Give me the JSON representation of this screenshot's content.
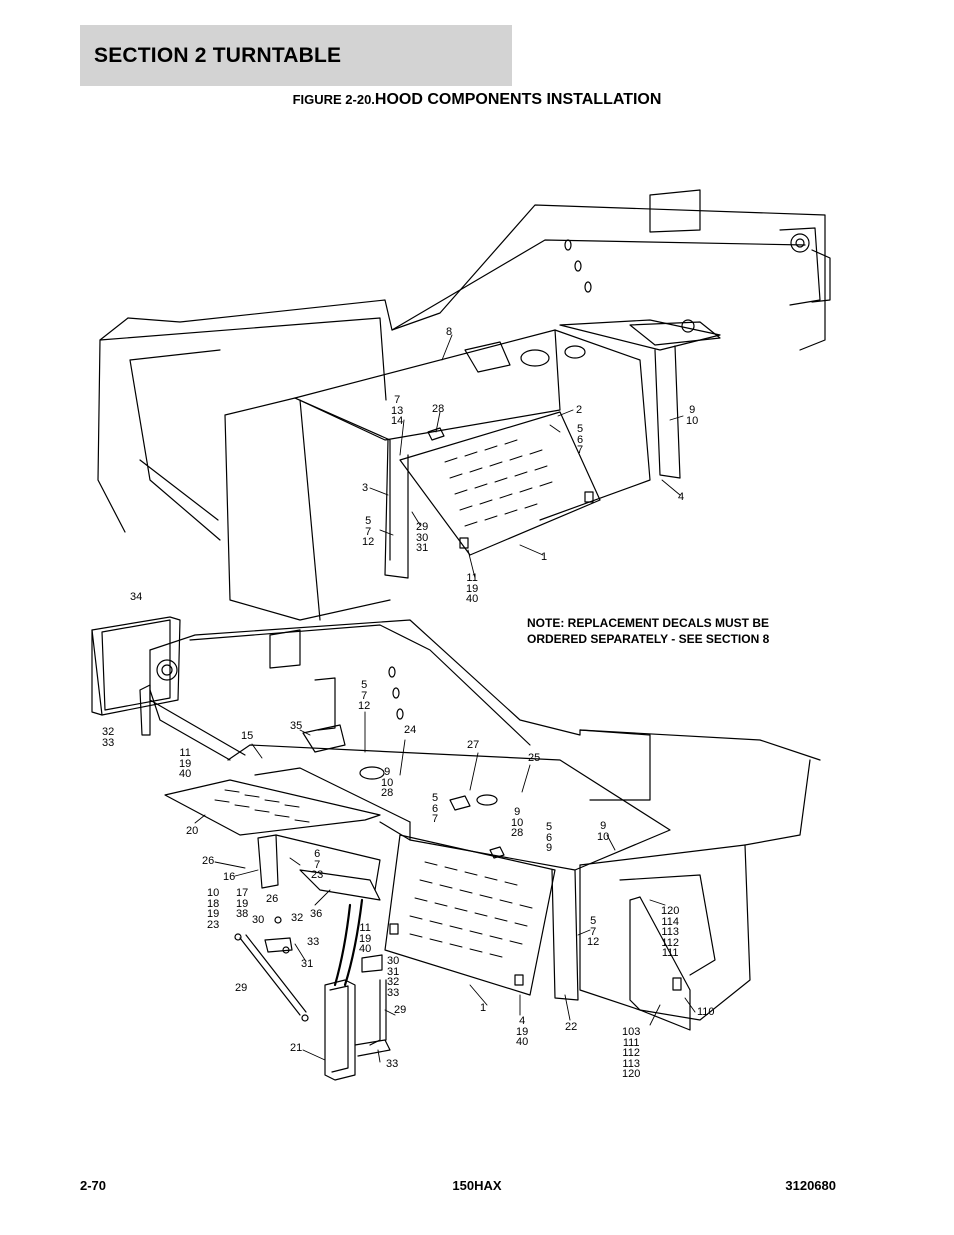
{
  "header": {
    "section_title": "SECTION 2   TURNTABLE",
    "figure_number": "FIGURE 2-20.",
    "figure_title": "HOOD COMPONENTS INSTALLATION"
  },
  "note": "NOTE: REPLACEMENT DECALS MUST BE\nORDERED SEPARATELY - SEE SECTION 8",
  "callouts_top": [
    "8",
    "7\n13\n14",
    "28",
    "2",
    "5\n6\n7",
    "9\n10",
    "3",
    "5\n7\n12",
    "29\n30\n31",
    "4",
    "1",
    "11\n19\n40"
  ],
  "callouts_bottom": [
    "34",
    "32\n33",
    "5\n7\n12",
    "35",
    "24",
    "15",
    "11\n19\n40",
    "9\n10\n28",
    "27",
    "25",
    "20",
    "5\n6\n7",
    "9\n10\n28",
    "5\n6\n9",
    "9\n10",
    "26",
    "6\n7\n23",
    "16",
    "17\n19\n38",
    "26",
    "10\n18\n19\n23",
    "36",
    "30",
    "32",
    "33",
    "31",
    "29",
    "11\n19\n40",
    "30\n31\n32\n33",
    "120\n114\n113\n112\n111",
    "5\n7\n12",
    "29",
    "1",
    "4\n19\n40",
    "22",
    "110",
    "21",
    "33",
    "103\n111\n112\n113\n120"
  ],
  "footer": {
    "page_number": "2-70",
    "model": "150HAX",
    "part_number": "3120680"
  }
}
